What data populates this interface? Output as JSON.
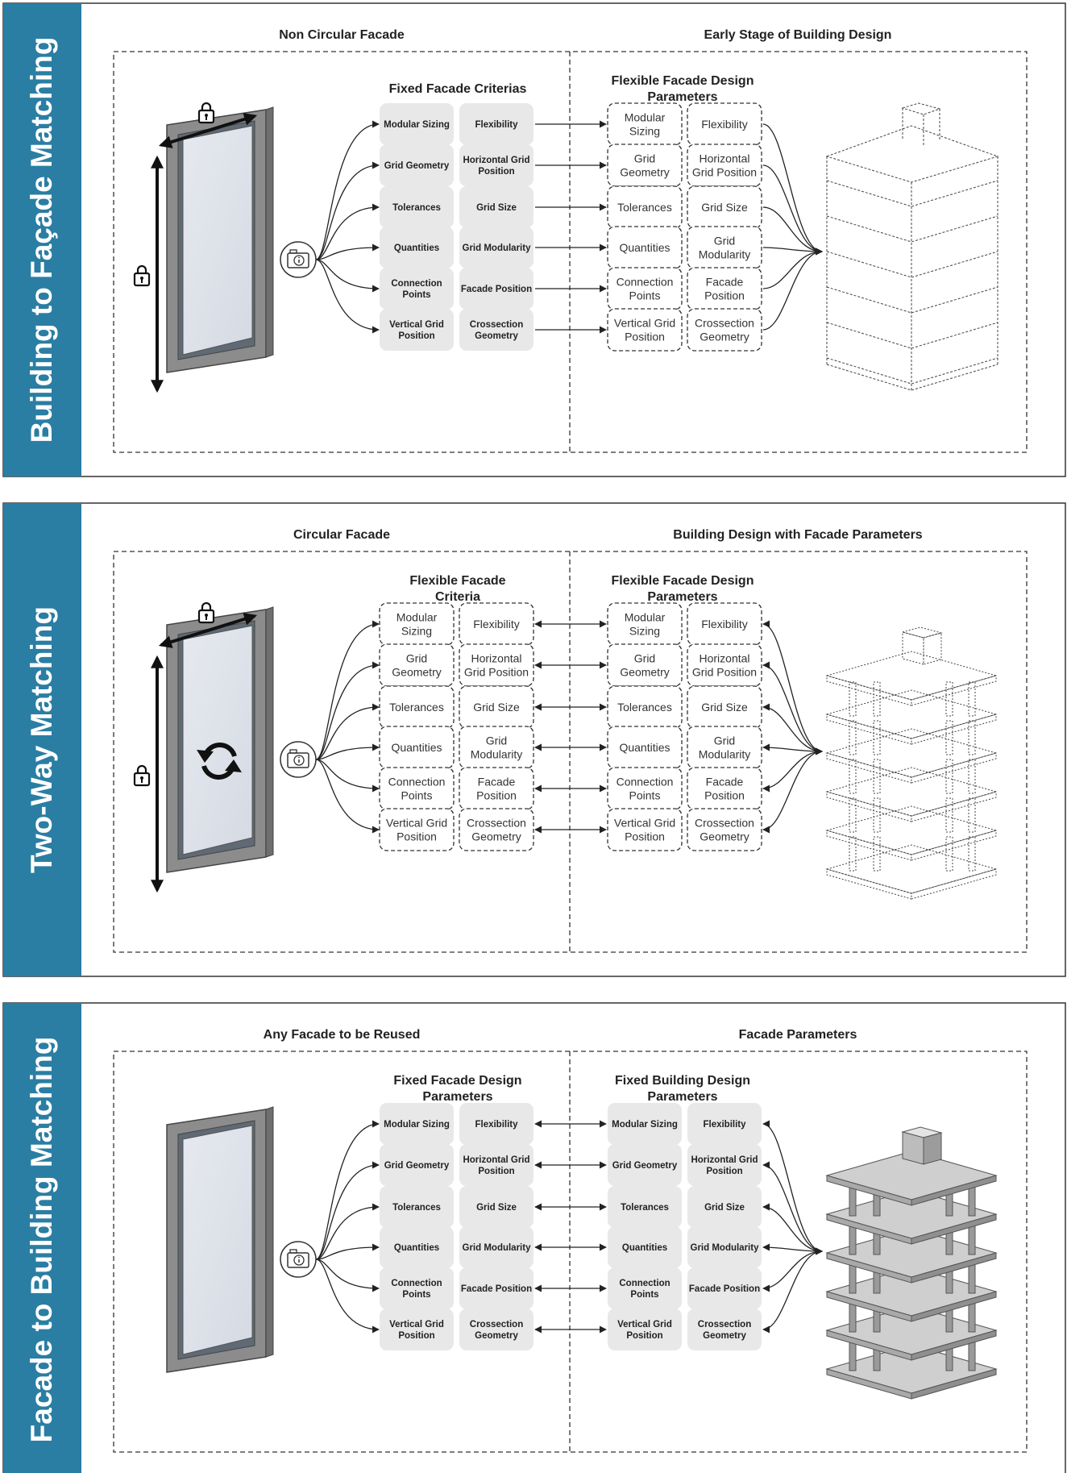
{
  "panels": [
    {
      "side_label": "Building to Façade Matching",
      "left_heading": "Non Circular Facade",
      "right_heading": "Early Stage of Building Design",
      "left_caption": [
        "Fixed Facade Criterias"
      ],
      "right_caption": [
        "Flexible Facade Design",
        "Parameters"
      ],
      "left_style": "fixed",
      "right_style": "flexible",
      "arrows": "one-way",
      "element_locks": true,
      "element_sync_icon": false,
      "building": "wireframe",
      "left_chips": [
        [
          "Modular Sizing"
        ],
        [
          "Flexibility"
        ],
        [
          "Grid Geometry"
        ],
        [
          "Horizontal Grid",
          "Position"
        ],
        [
          "Tolerances"
        ],
        [
          "Grid Size"
        ],
        [
          "Quantities"
        ],
        [
          "Grid Modularity"
        ],
        [
          "Connection",
          "Points"
        ],
        [
          "Facade Position"
        ],
        [
          "Vertical Grid",
          "Position"
        ],
        [
          "Crossection",
          "Geometry"
        ]
      ],
      "right_chips": [
        [
          "Modular",
          "Sizing"
        ],
        [
          "Flexibility"
        ],
        [
          "Grid",
          "Geometry"
        ],
        [
          "Horizontal",
          "Grid Position"
        ],
        [
          "Tolerances"
        ],
        [
          "Grid Size"
        ],
        [
          "Quantities"
        ],
        [
          "Grid",
          "Modularity"
        ],
        [
          "Connection",
          "Points"
        ],
        [
          "Facade",
          "Position"
        ],
        [
          "Vertical Grid",
          "Position"
        ],
        [
          "Crossection",
          "Geometry"
        ]
      ]
    },
    {
      "side_label": "Two-Way Matching",
      "left_heading": "Circular Facade",
      "right_heading": "Building Design with Facade Parameters",
      "left_caption": [
        "Flexible Facade",
        "Criteria"
      ],
      "right_caption": [
        "Flexible Facade Design",
        "Parameters"
      ],
      "left_style": "flexible",
      "right_style": "flexible",
      "arrows": "two-way",
      "element_locks": true,
      "element_sync_icon": true,
      "building": "dotted-frame",
      "left_chips": [
        [
          "Modular",
          "Sizing"
        ],
        [
          "Flexibility"
        ],
        [
          "Grid",
          "Geometry"
        ],
        [
          "Horizontal",
          "Grid Position"
        ],
        [
          "Tolerances"
        ],
        [
          "Grid Size"
        ],
        [
          "Quantities"
        ],
        [
          "Grid",
          "Modularity"
        ],
        [
          "Connection",
          "Points"
        ],
        [
          "Facade",
          "Position"
        ],
        [
          "Vertical Grid",
          "Position"
        ],
        [
          "Crossection",
          "Geometry"
        ]
      ],
      "right_chips": [
        [
          "Modular",
          "Sizing"
        ],
        [
          "Flexibility"
        ],
        [
          "Grid",
          "Geometry"
        ],
        [
          "Horizontal",
          "Grid Position"
        ],
        [
          "Tolerances"
        ],
        [
          "Grid Size"
        ],
        [
          "Quantities"
        ],
        [
          "Grid",
          "Modularity"
        ],
        [
          "Connection",
          "Points"
        ],
        [
          "Facade",
          "Position"
        ],
        [
          "Vertical Grid",
          "Position"
        ],
        [
          "Crossection",
          "Geometry"
        ]
      ]
    },
    {
      "side_label": "Facade to Building Matching",
      "left_heading": "Any Facade to be Reused",
      "right_heading": "Facade Parameters",
      "left_caption": [
        "Fixed Facade Design",
        "Parameters"
      ],
      "right_caption": [
        "Fixed Building Design",
        "Parameters"
      ],
      "left_style": "fixed",
      "right_style": "fixed",
      "arrows": "two-way",
      "element_locks": false,
      "element_sync_icon": false,
      "building": "solid-frame",
      "left_chips": [
        [
          "Modular Sizing"
        ],
        [
          "Flexibility"
        ],
        [
          "Grid Geometry"
        ],
        [
          "Horizontal Grid",
          "Position"
        ],
        [
          "Tolerances"
        ],
        [
          "Grid Size"
        ],
        [
          "Quantities"
        ],
        [
          "Grid Modularity"
        ],
        [
          "Connection",
          "Points"
        ],
        [
          "Facade Position"
        ],
        [
          "Vertical Grid",
          "Position"
        ],
        [
          "Crossection",
          "Geometry"
        ]
      ],
      "right_chips": [
        [
          "Modular Sizing"
        ],
        [
          "Flexibility"
        ],
        [
          "Grid Geometry"
        ],
        [
          "Horizontal Grid",
          "Position"
        ],
        [
          "Tolerances"
        ],
        [
          "Grid Size"
        ],
        [
          "Quantities"
        ],
        [
          "Grid Modularity"
        ],
        [
          "Connection",
          "Points"
        ],
        [
          "Facade Position"
        ],
        [
          "Vertical Grid",
          "Position"
        ],
        [
          "Crossection",
          "Geometry"
        ]
      ]
    }
  ],
  "colors": {
    "sidebar": "#2a7ea3",
    "panel_border": "#333333",
    "fixed_chip_fill": "#e8e8e8",
    "flexible_chip_stroke": "#333333",
    "frame_grey": "#8c8c8c",
    "glass": "#dfe3ea"
  },
  "icons": {
    "hub": "info-camera-icon",
    "lock": "lock-icon",
    "sync": "sync-arrows-icon"
  }
}
